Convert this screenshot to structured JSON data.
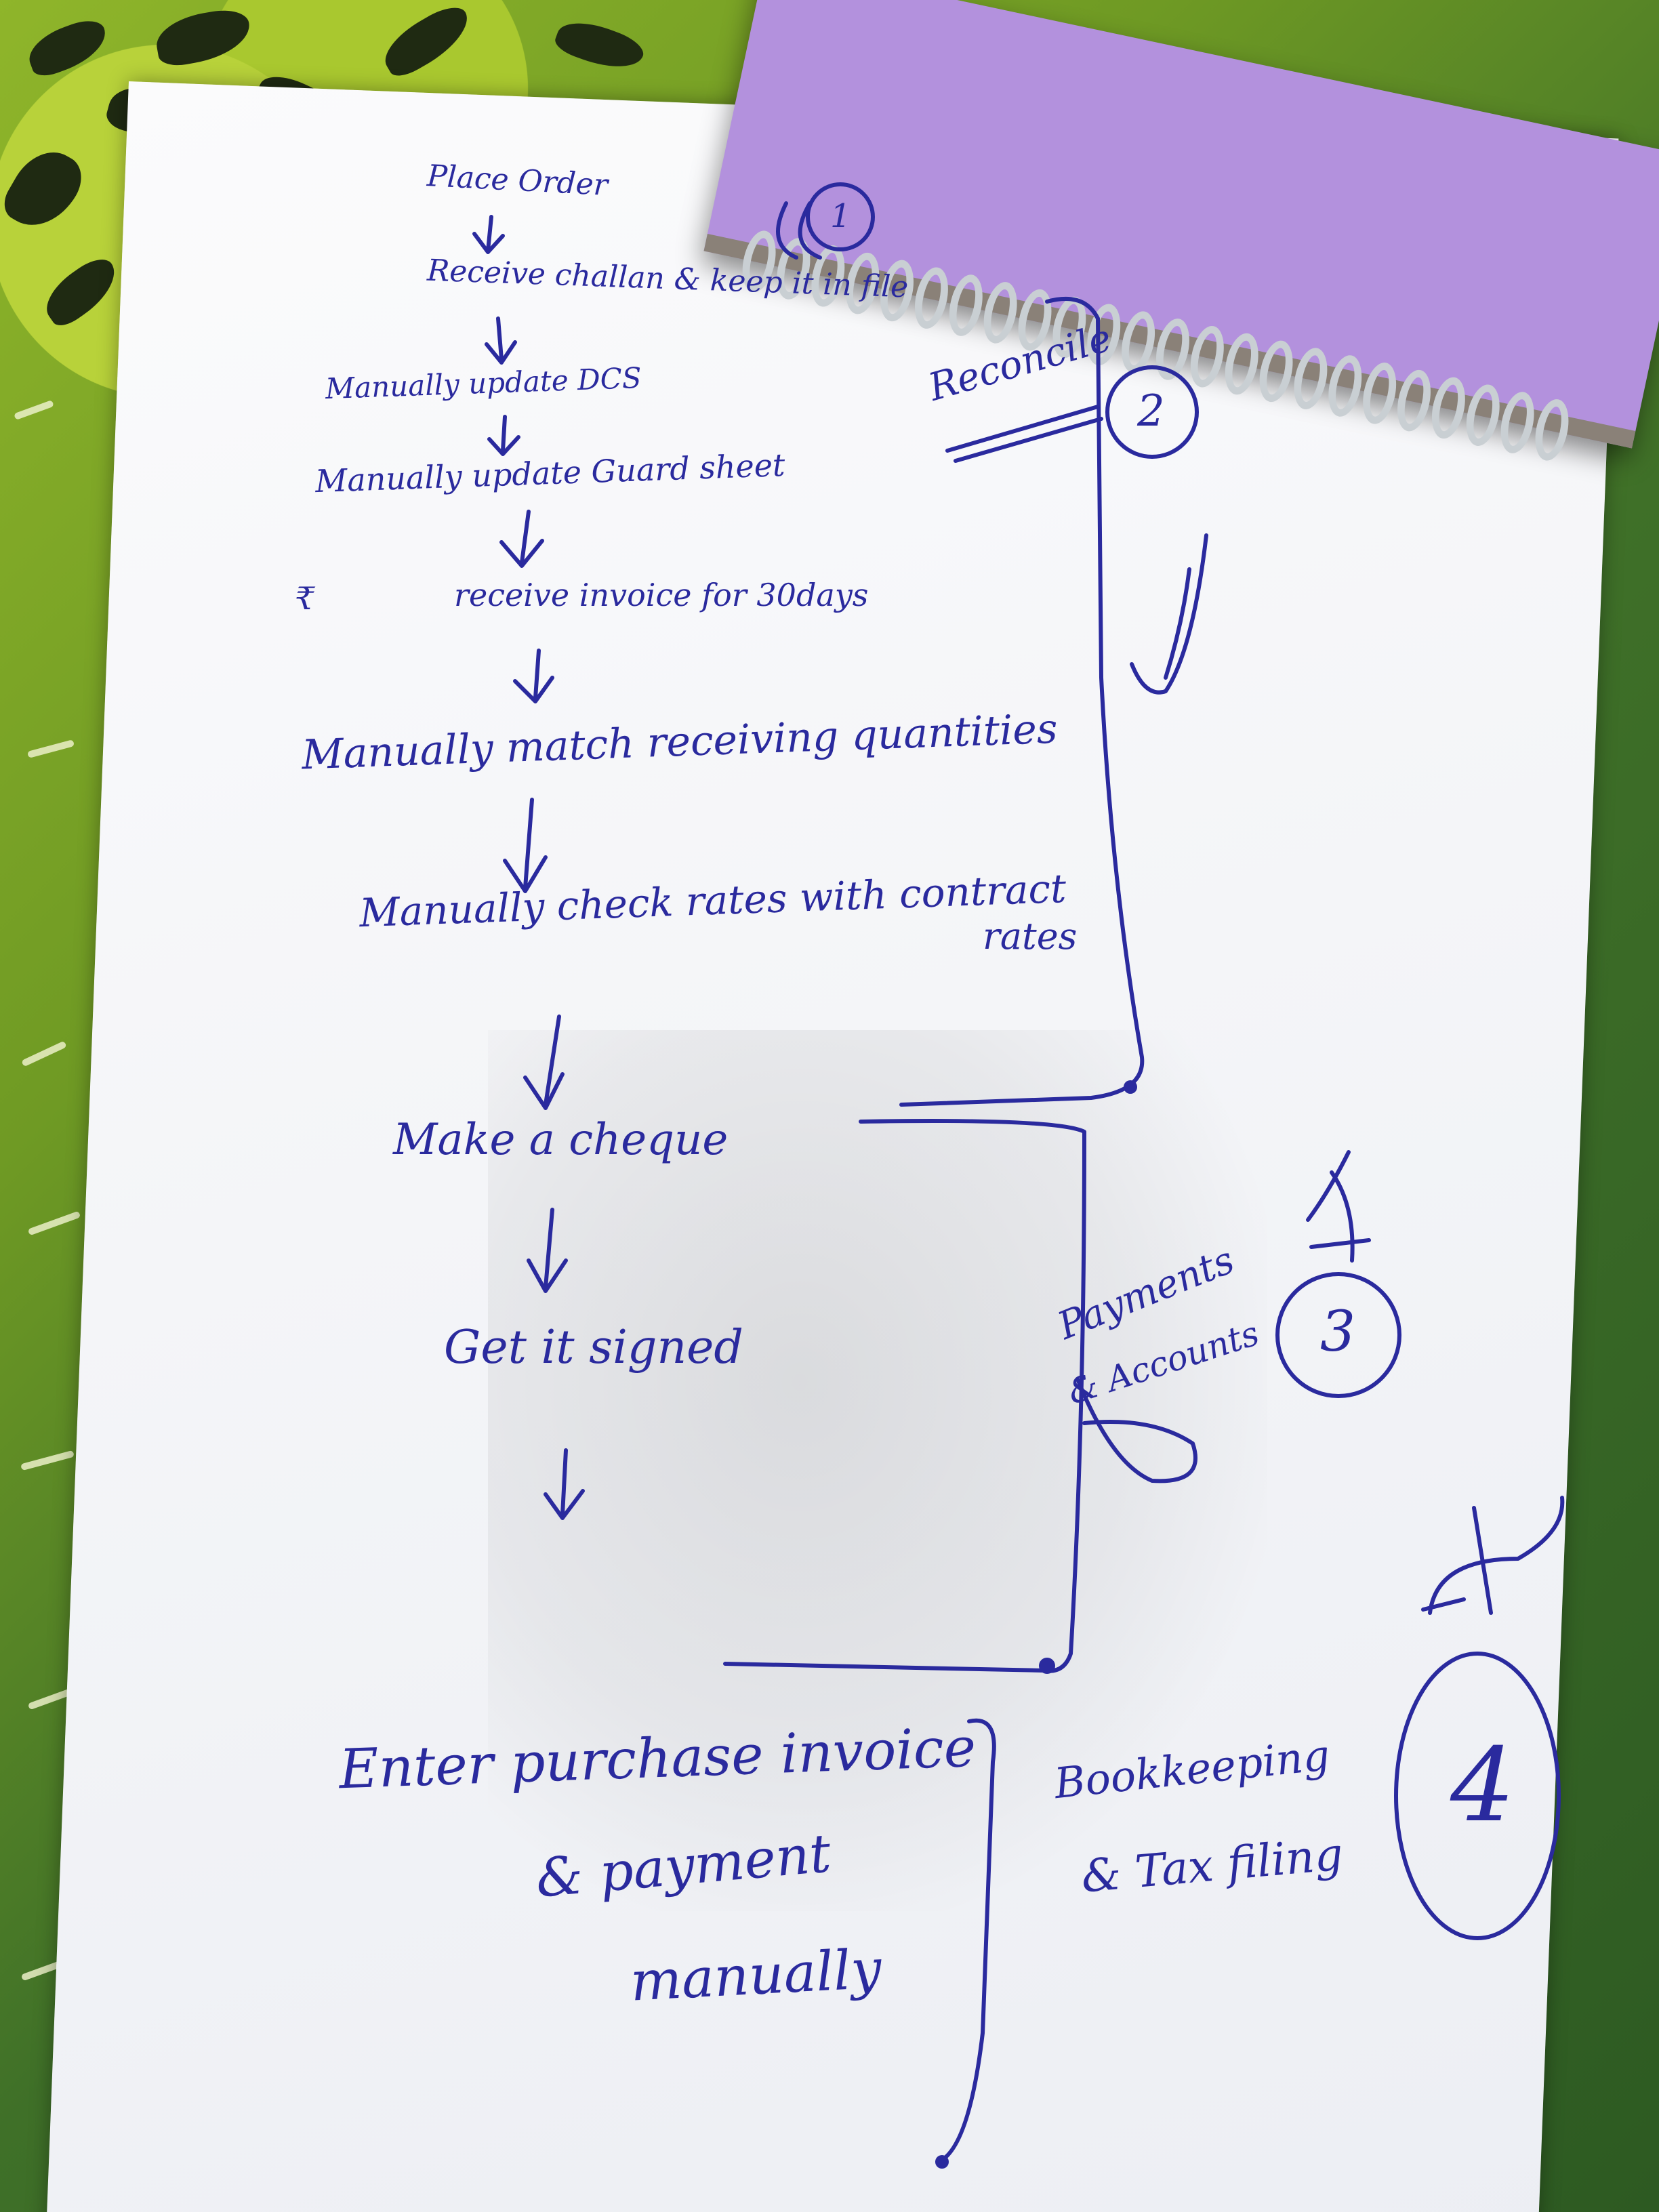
{
  "flow": {
    "steps": [
      "Place Order",
      "Receive challan & keep it in file",
      "Manually update DCS",
      "Manually update Guard sheet",
      "receive invoice for 30days",
      "Manually match receiving quantities",
      "Manually check rates with contract",
      "rates",
      "Make a cheque",
      "Get it signed",
      "Enter purchase invoice",
      "& payment",
      "manually"
    ],
    "margin_mark": "₹"
  },
  "groups": {
    "reconcile": "Reconcile",
    "payments_line1": "Payments",
    "payments_line2": "& Accounts",
    "bookkeeping_line1": "Bookkeeping",
    "bookkeeping_line2": "& Tax filing"
  },
  "badges": [
    "1",
    "2",
    "3",
    "4"
  ],
  "colors": {
    "ink": "#2a2a9e",
    "paper": "#f4f5f8",
    "notebook_cover": "#b391dd",
    "cloth_light": "#b8d23a",
    "cloth_dark": "#2d5a22"
  }
}
